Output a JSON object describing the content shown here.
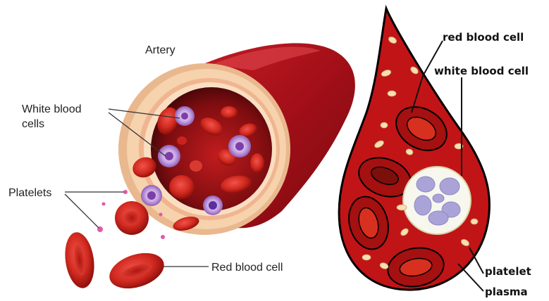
{
  "artery_panel": {
    "artery_label": "Artery",
    "white_blood_cells_label_line1": "White blood",
    "white_blood_cells_label_line2": "cells",
    "platelets_label": "Platelets",
    "red_blood_cell_label": "Red blood cell"
  },
  "drop_panel": {
    "red_blood_cell_label": "red blood cell",
    "white_blood_cell_label": "white blood cell",
    "platelet_label": "platelet",
    "plasma_label": "plasma"
  },
  "colors": {
    "vessel_red": "#a5121a",
    "blood_red": "#c0141c",
    "rbc_red": "#d52a1f",
    "rbc_center": "#a8150f",
    "wbc_purple": "#b98fd6",
    "wall_peach": "#f3c9a0",
    "drop_red": "#c01417",
    "platelet_cream": "#f6dfb0",
    "wbc_white": "#f7f7ee",
    "nucleus_lavender": "#aaa3d8"
  }
}
